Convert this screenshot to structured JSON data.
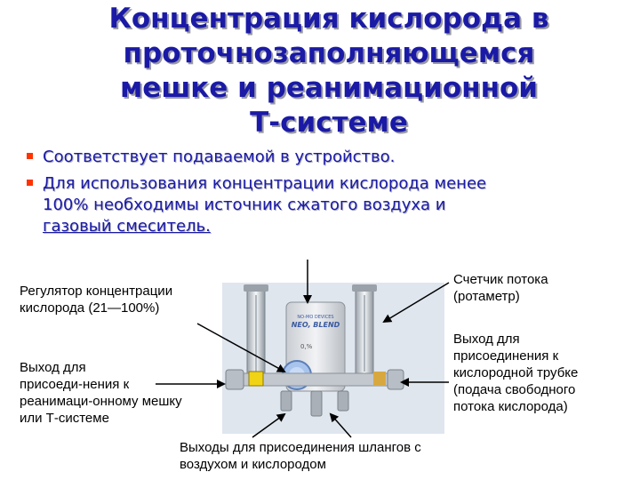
{
  "title_lines": [
    "Концентрация кислорода в",
    "проточнозаполняющемся",
    "мешке и реанимационной",
    "Т-системе"
  ],
  "bullets": {
    "b1": "Соответствует подаваемой в устройство.",
    "b2_line1": "Для использования концентрации кислорода менее",
    "b2_line2": "100% необходимы источник сжатого воздуха и",
    "b2_link": "газовый смеситель."
  },
  "labels": {
    "regulator_1": "Регулятор концентрации",
    "regulator_2": "кислорода (21—100%)",
    "flow_meter_1": "Счетчик потока",
    "flow_meter_2": "(ротаметр)",
    "outlet_bag_1": "Выход для",
    "outlet_bag_2": "присоеди-нения к",
    "outlet_bag_3": "реанимаци-онному мешку",
    "outlet_bag_4": "или Т-системе",
    "outlet_tube_1": "Выход для",
    "outlet_tube_2": "присоединения к",
    "outlet_tube_3": "кислородной трубке",
    "outlet_tube_4": "(подача свободного",
    "outlet_tube_5": "потока кислорода)",
    "hoses_1": "Выходы для присоединения шлангов с",
    "hoses_2": "воздухом и кислородом"
  },
  "device": {
    "brand_small": "NO-MO DEVICES",
    "brand_name": "NEO, BLEND",
    "dial_mark": "0,%"
  },
  "colors": {
    "title": "#1a1aa6",
    "bullet_mark": "#ff3300",
    "photo_bg": "#dfe6ee"
  }
}
